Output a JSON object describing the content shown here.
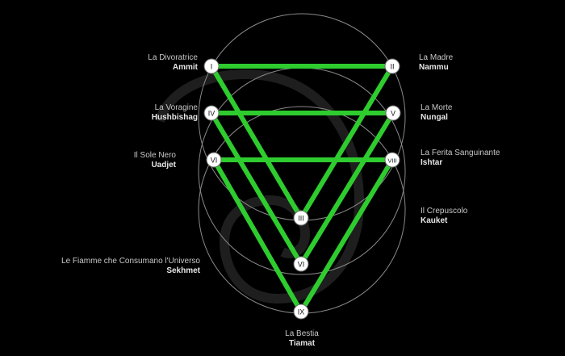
{
  "colors": {
    "background": "#000000",
    "line": "#2ecc2e",
    "circle_outline": "#8a8a8a",
    "spiral": "#1e1e1e",
    "node_fill": "#ffffff",
    "node_text": "#111111",
    "label_text": "#c8c8c8"
  },
  "nodes": [
    {
      "id": "I",
      "numeral": "I"
    },
    {
      "id": "II",
      "numeral": "II"
    },
    {
      "id": "IV",
      "numeral": "IV"
    },
    {
      "id": "V",
      "numeral": "V"
    },
    {
      "id": "VI_left",
      "numeral": "VI"
    },
    {
      "id": "VIII",
      "numeral": "VIII"
    },
    {
      "id": "III",
      "numeral": "III"
    },
    {
      "id": "VI_bottom",
      "numeral": "VI"
    },
    {
      "id": "IX",
      "numeral": "IX"
    }
  ],
  "edges": [
    [
      "I",
      "II"
    ],
    [
      "IV",
      "V"
    ],
    [
      "VI_left",
      "VIII"
    ],
    [
      "I",
      "III"
    ],
    [
      "II",
      "III"
    ],
    [
      "IV",
      "VI_bottom"
    ],
    [
      "V",
      "VI_bottom"
    ],
    [
      "VI_left",
      "IX"
    ],
    [
      "VIII",
      "IX"
    ]
  ],
  "labels": {
    "i": {
      "title": "La Divoratrice",
      "name": "Ammit"
    },
    "ii": {
      "title": "La Madre",
      "name": "Nammu"
    },
    "iv": {
      "title": "La Voragine",
      "name": "Hushbishag"
    },
    "v": {
      "title": "La Morte",
      "name": "Nungal"
    },
    "vi": {
      "title": "Il Sole Nero",
      "name": "Uadjet"
    },
    "viii": {
      "title": "La Ferita Sanguinante",
      "name": "Ishtar"
    },
    "iii": {
      "title": "Il Crepuscolo",
      "name": "Kauket"
    },
    "vi_bottom": {
      "title": "Le Fiamme che Consumano l'Universo",
      "name": "Sekhmet"
    },
    "ix": {
      "title": "La Bestia",
      "name": "Tiamat"
    }
  }
}
